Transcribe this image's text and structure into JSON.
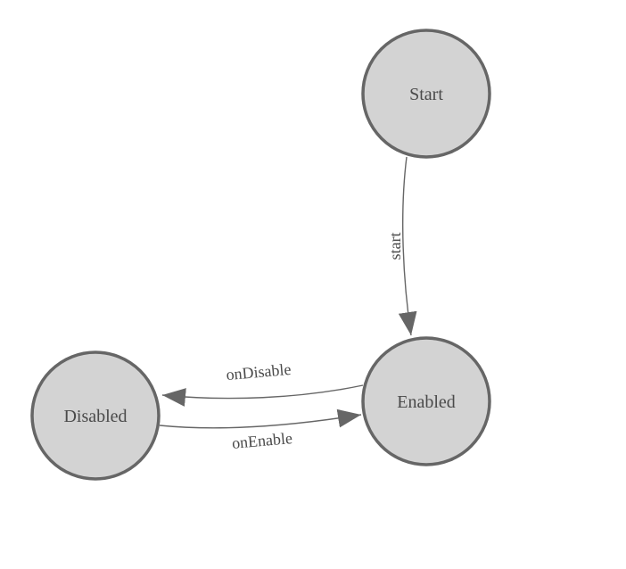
{
  "diagram": {
    "type": "state-machine",
    "nodes": [
      {
        "id": "start",
        "label": "Start"
      },
      {
        "id": "enabled",
        "label": "Enabled"
      },
      {
        "id": "disabled",
        "label": "Disabled"
      }
    ],
    "edges": [
      {
        "from": "Start",
        "to": "Enabled",
        "label": "start"
      },
      {
        "from": "Enabled",
        "to": "Disabled",
        "label": "onDisable"
      },
      {
        "from": "Disabled",
        "to": "Enabled",
        "label": "onEnable"
      }
    ]
  },
  "colors": {
    "canvas-bg": "#ffffff",
    "node-fill": "#d3d3d3",
    "node-stroke": "#666666",
    "edge-stroke": "#666666",
    "label-text": "#4a4a4a"
  }
}
